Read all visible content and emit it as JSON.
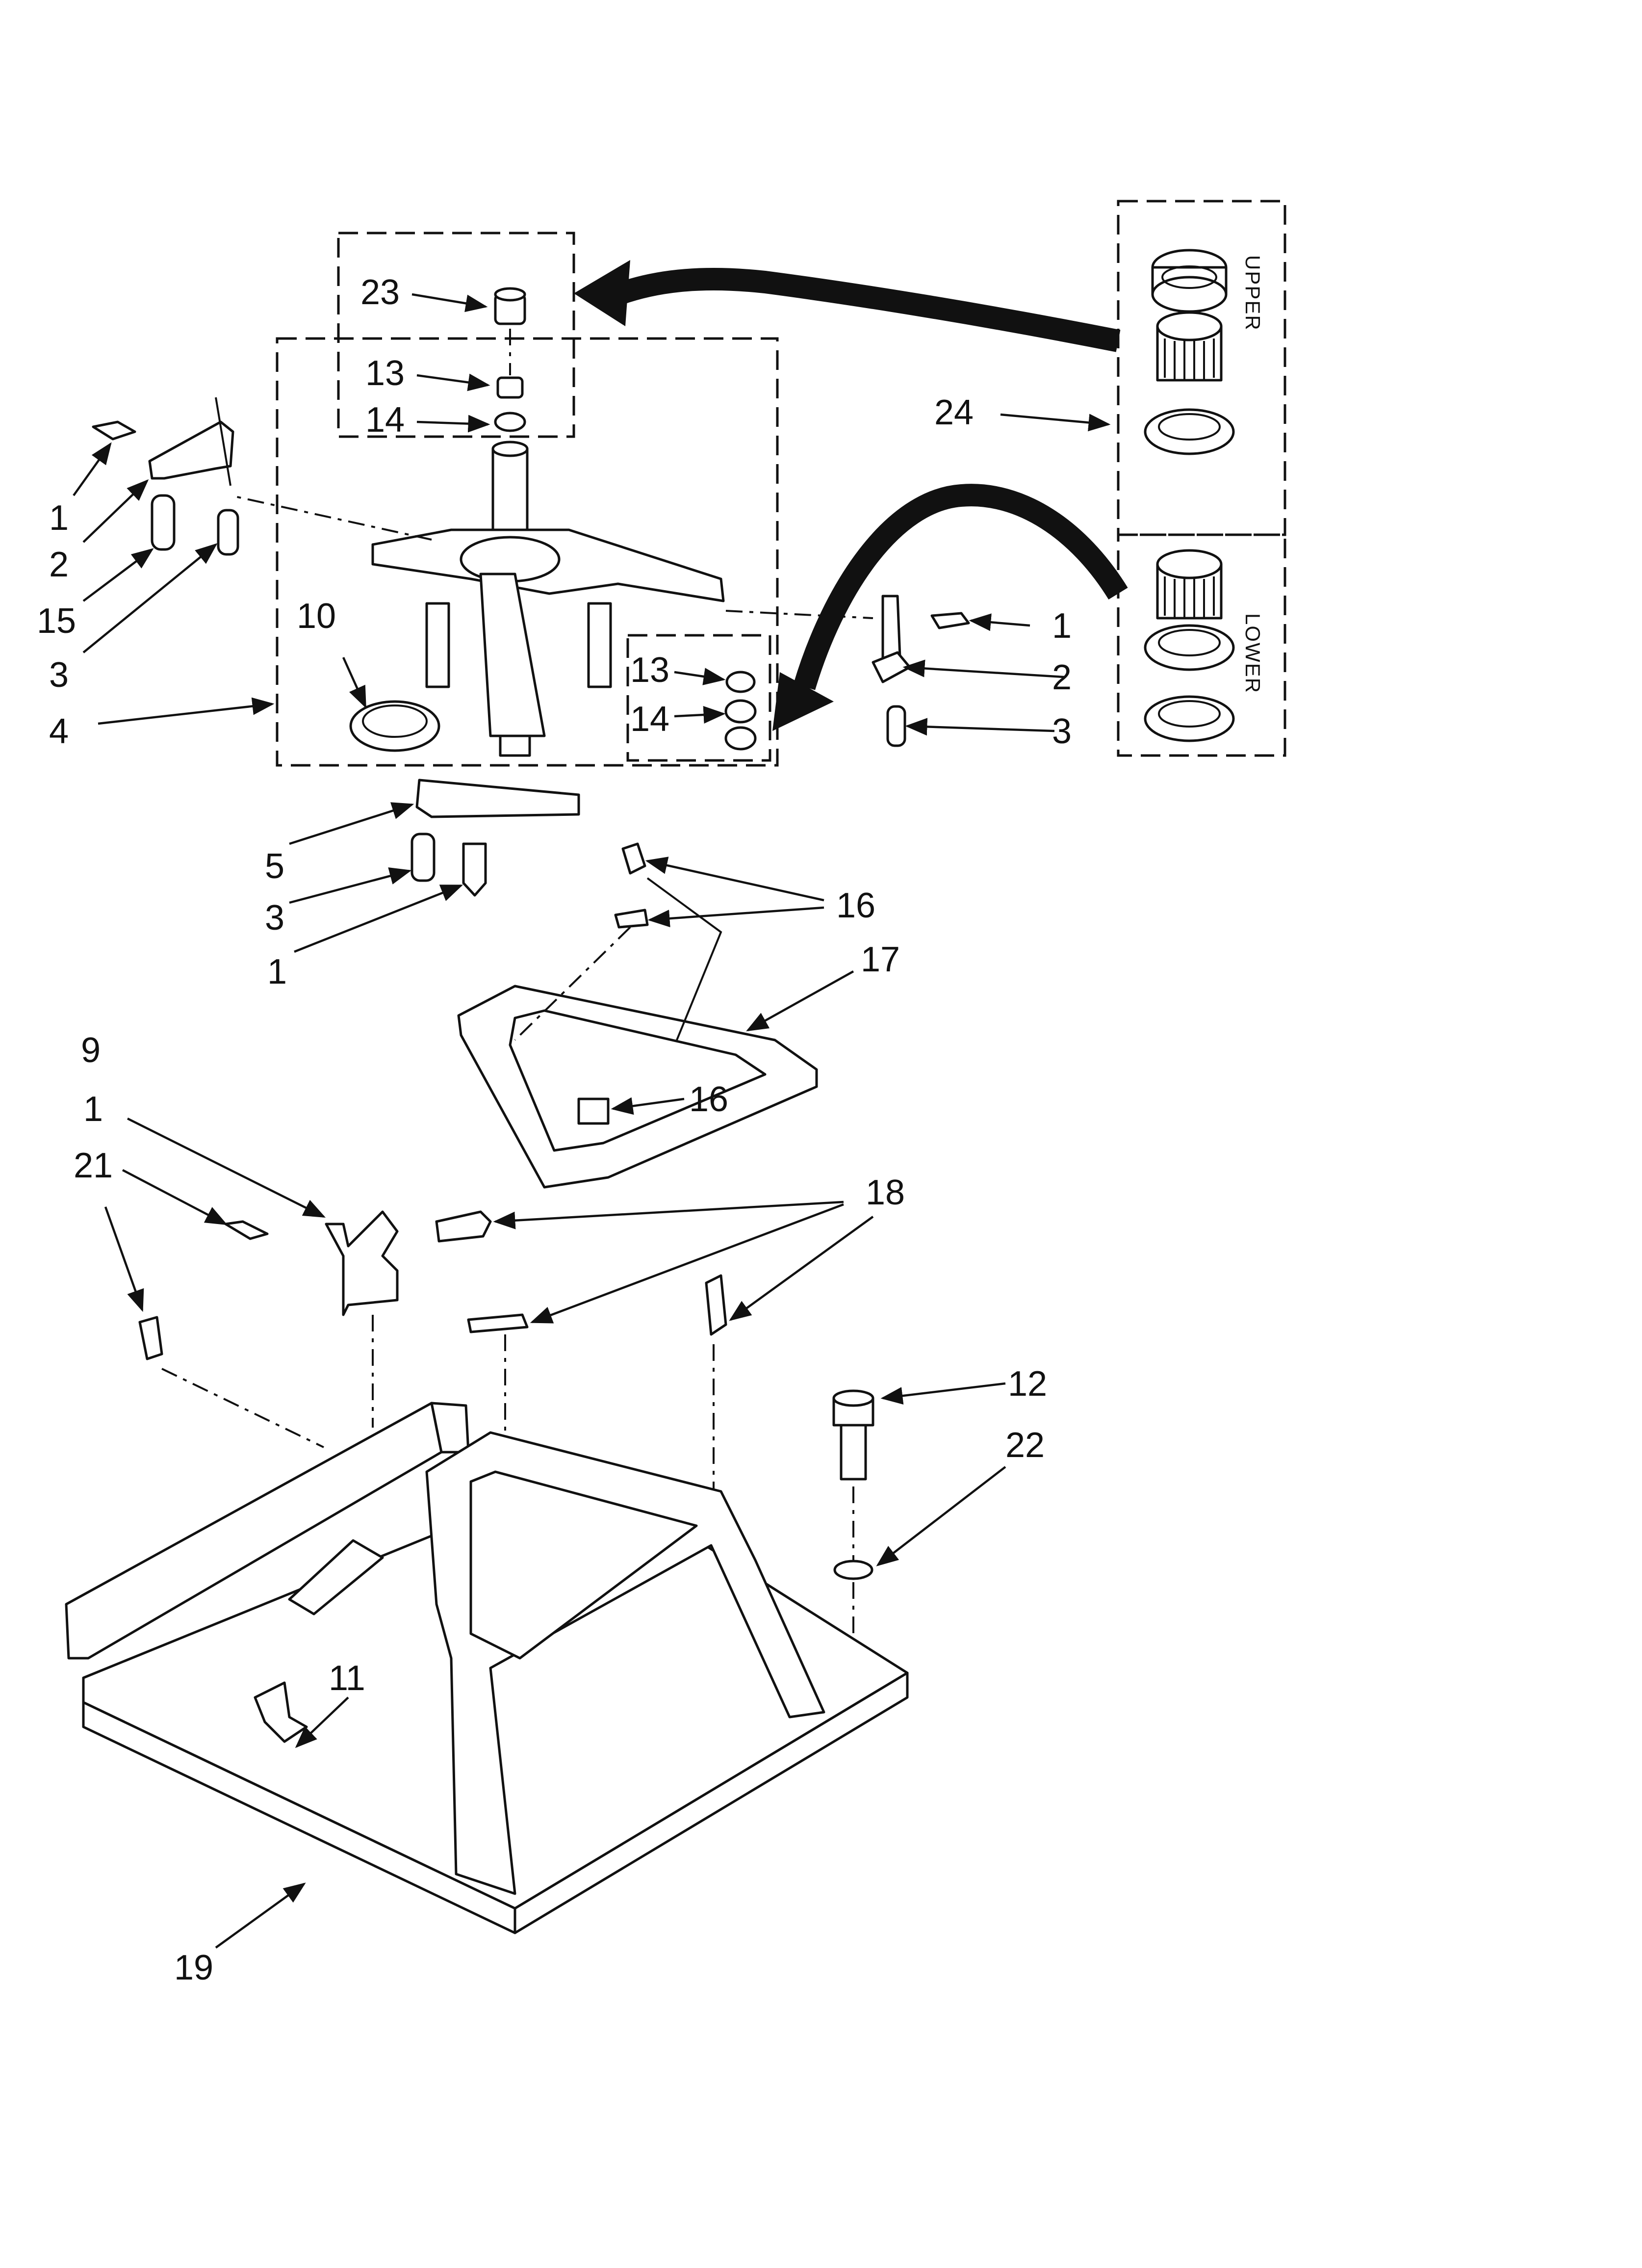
{
  "side_labels": {
    "upper": "UPPER",
    "lower": "LOWER"
  },
  "callouts": [
    {
      "id": "c23",
      "text": "23"
    },
    {
      "id": "c13a",
      "text": "13"
    },
    {
      "id": "c14a",
      "text": "14"
    },
    {
      "id": "c24",
      "text": "24"
    },
    {
      "id": "c1a",
      "text": "1"
    },
    {
      "id": "c2a",
      "text": "2"
    },
    {
      "id": "c15",
      "text": "15"
    },
    {
      "id": "c3a",
      "text": "3"
    },
    {
      "id": "c4",
      "text": "4"
    },
    {
      "id": "c10",
      "text": "10"
    },
    {
      "id": "c13b",
      "text": "13"
    },
    {
      "id": "c14b",
      "text": "14"
    },
    {
      "id": "c1b",
      "text": "1"
    },
    {
      "id": "c2b",
      "text": "2"
    },
    {
      "id": "c3b",
      "text": "3"
    },
    {
      "id": "c5",
      "text": "5"
    },
    {
      "id": "c3c",
      "text": "3"
    },
    {
      "id": "c1c",
      "text": "1"
    },
    {
      "id": "c16a",
      "text": "16"
    },
    {
      "id": "c17",
      "text": "17"
    },
    {
      "id": "c16b",
      "text": "16"
    },
    {
      "id": "c9",
      "text": "9"
    },
    {
      "id": "c1d",
      "text": "1"
    },
    {
      "id": "c21",
      "text": "21"
    },
    {
      "id": "c18",
      "text": "18"
    },
    {
      "id": "c12",
      "text": "12"
    },
    {
      "id": "c22",
      "text": "22"
    },
    {
      "id": "c11",
      "text": "11"
    },
    {
      "id": "c19",
      "text": "19"
    }
  ]
}
